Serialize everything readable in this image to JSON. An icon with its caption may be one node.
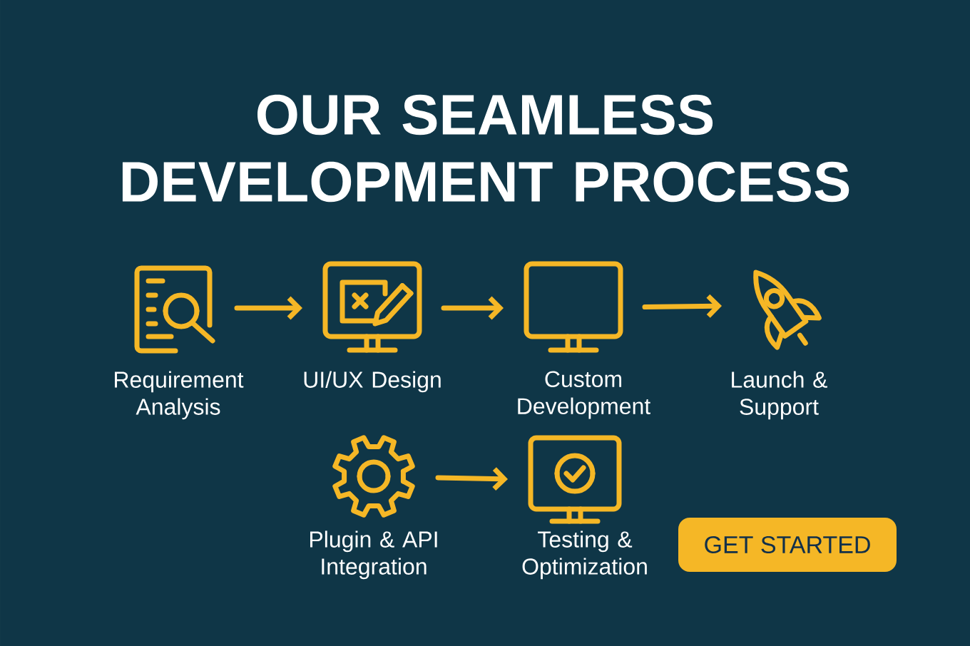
{
  "diagram": {
    "title": "OUR SEAMLESS DEVELOPMENT PROCESS",
    "nodes": [
      {
        "text": [
          "Requirement Analysis"
        ]
      },
      {
        "text": [
          "UI/UX Design"
        ]
      },
      {
        "text": [
          "Custom Development"
        ]
      },
      {
        "text": [
          "Launch & Support"
        ]
      },
      {
        "text": [
          "Plugin & API Integration"
        ]
      },
      {
        "text": [
          "Testing & Optimization"
        ]
      },
      {
        "text": [
          "GET STARTED"
        ]
      }
    ],
    "edges": [
      {
        "from": 0,
        "to": 1,
        "arrow": "to"
      },
      {
        "from": 1,
        "to": 2,
        "arrow": "to"
      },
      {
        "from": 2,
        "to": 3,
        "arrow": "to"
      },
      {
        "from": 4,
        "to": 5,
        "arrow": "to"
      }
    ]
  }
}
